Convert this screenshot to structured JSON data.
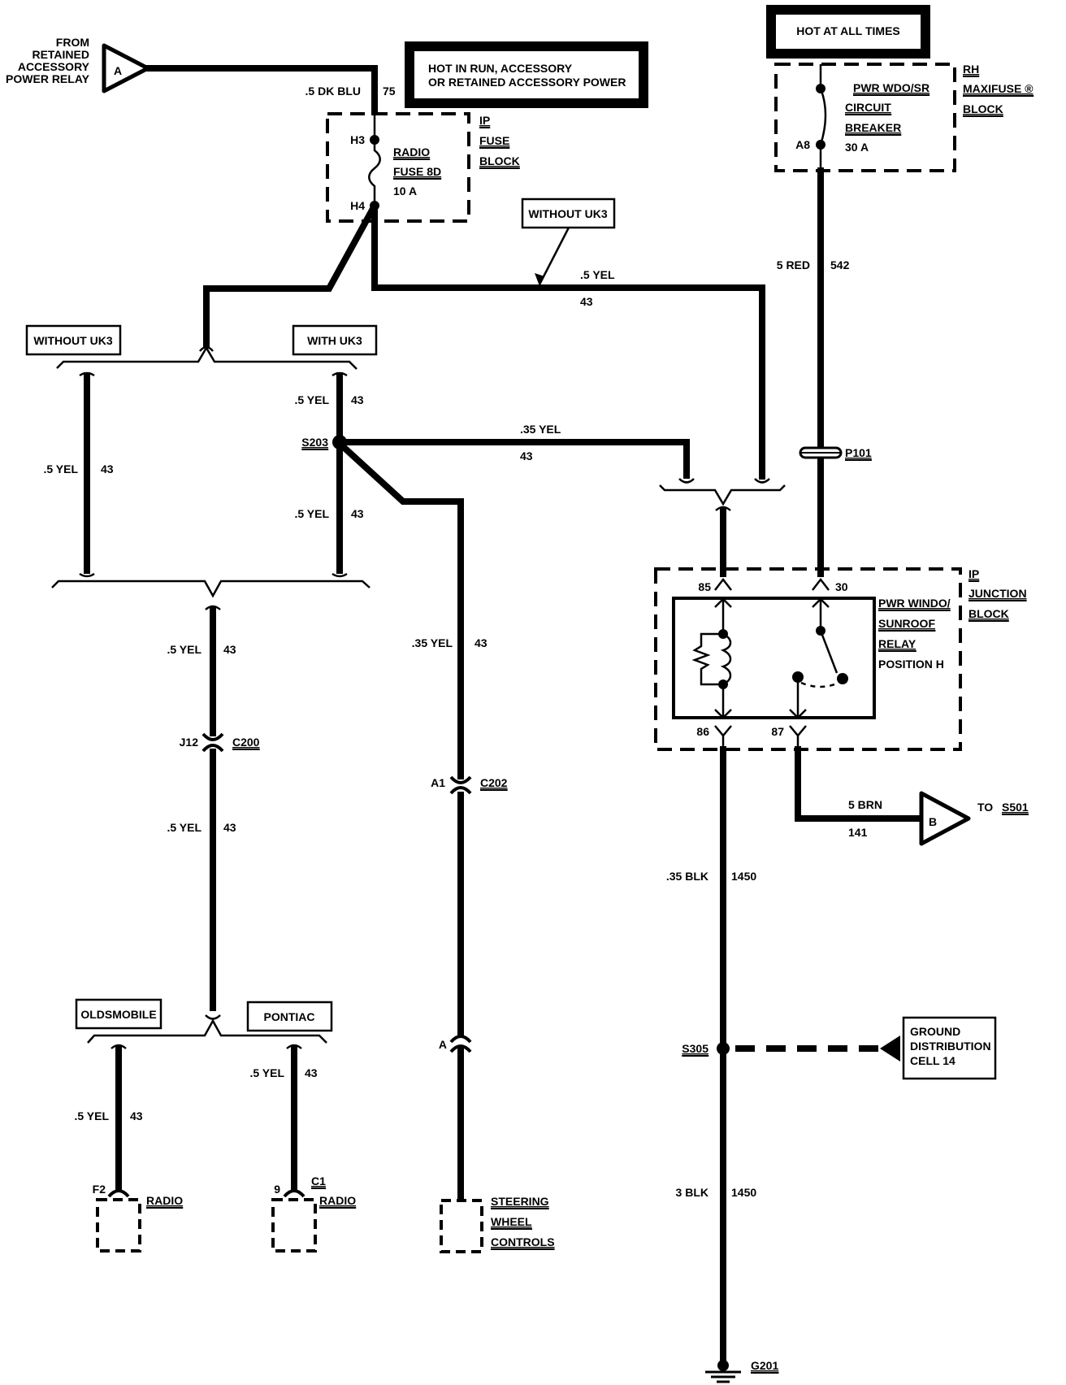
{
  "title_notes": {
    "hot_run_acc": [
      "HOT IN RUN, ACCESSORY",
      "OR RETAINED ACCESSORY POWER"
    ],
    "hot_all_times": "HOT AT ALL TIMES"
  },
  "connectors": {
    "a": {
      "letter": "A",
      "label": [
        "FROM",
        "RETAINED",
        "ACCESSORY",
        "POWER RELAY"
      ]
    },
    "b": {
      "letter": "B",
      "label_prefix": "TO",
      "label_ref": "S501"
    }
  },
  "ip_fuse_block": {
    "name": [
      "IP",
      "FUSE",
      "BLOCK"
    ],
    "fuse": [
      "RADIO",
      "FUSE 8D",
      "10 A"
    ],
    "pin_in": "H3",
    "pin_out": "H4"
  },
  "maxifuse_block": {
    "name": [
      "RH",
      "MAXIFUSE ®",
      "BLOCK"
    ],
    "breaker": [
      "PWR WDO/SR",
      "CIRCUIT",
      "BREAKER",
      "30 A"
    ],
    "pin": "A8"
  },
  "junction_block": {
    "name": [
      "IP",
      "JUNCTION",
      "BLOCK"
    ],
    "relay": [
      "PWR WINDO/",
      "SUNROOF",
      "RELAY",
      "POSITION H"
    ],
    "pins": {
      "p85": "85",
      "p30": "30",
      "p86": "86",
      "p87": "87"
    }
  },
  "option_labels": {
    "without_uk3_top": "WITHOUT UK3",
    "without_uk3_left": "WITHOUT UK3",
    "with_uk3": "WITH UK3",
    "oldsmobile": "OLDSMOBILE",
    "pontiac": "PONTIAC"
  },
  "wires": {
    "w75": {
      "gauge": ".5 DK BLU",
      "circuit": "75"
    },
    "w43_top": {
      "gauge": ".5 YEL",
      "circuit": "43"
    },
    "w43_left": {
      "gauge": ".5 YEL",
      "circuit": "43"
    },
    "w43_s203_in": {
      "gauge": ".5 YEL",
      "circuit": "43"
    },
    "w43_s203_out": {
      "gauge": ".5 YEL",
      "circuit": "43"
    },
    "w43_s203_right": {
      "gauge": ".35 YEL",
      "circuit": "43"
    },
    "w43_center": {
      "gauge": ".5 YEL",
      "circuit": "43"
    },
    "w43_steering": {
      "gauge": ".35 YEL",
      "circuit": "43"
    },
    "w43_c200_below": {
      "gauge": ".5 YEL",
      "circuit": "43"
    },
    "w43_olds": {
      "gauge": ".5 YEL",
      "circuit": "43"
    },
    "w43_pontiac": {
      "gauge": ".5 YEL",
      "circuit": "43"
    },
    "w542": {
      "gauge": "5 RED",
      "circuit": "542"
    },
    "w141": {
      "gauge": "5 BRN",
      "circuit": "141"
    },
    "w1450_top": {
      "gauge": ".35 BLK",
      "circuit": "1450"
    },
    "w1450_bottom": {
      "gauge": "3 BLK",
      "circuit": "1450"
    }
  },
  "splices": {
    "s203": "S203",
    "s305": "S305",
    "p101": "P101",
    "g201": "G201"
  },
  "inline_connectors": {
    "c200": {
      "pin": "J12",
      "name": "C200"
    },
    "c202": {
      "pin": "A1",
      "name": "C202"
    },
    "steer_a": {
      "pin": "A"
    }
  },
  "components": {
    "radio_olds": {
      "pin": "F2",
      "name": "RADIO"
    },
    "radio_pontiac": {
      "pin": "9",
      "conn": "C1",
      "name": "RADIO"
    },
    "steering": {
      "name": [
        "STEERING",
        "WHEEL",
        "CONTROLS"
      ]
    }
  },
  "ground_ref": [
    "GROUND",
    "DISTRIBUTION",
    "CELL 14"
  ]
}
